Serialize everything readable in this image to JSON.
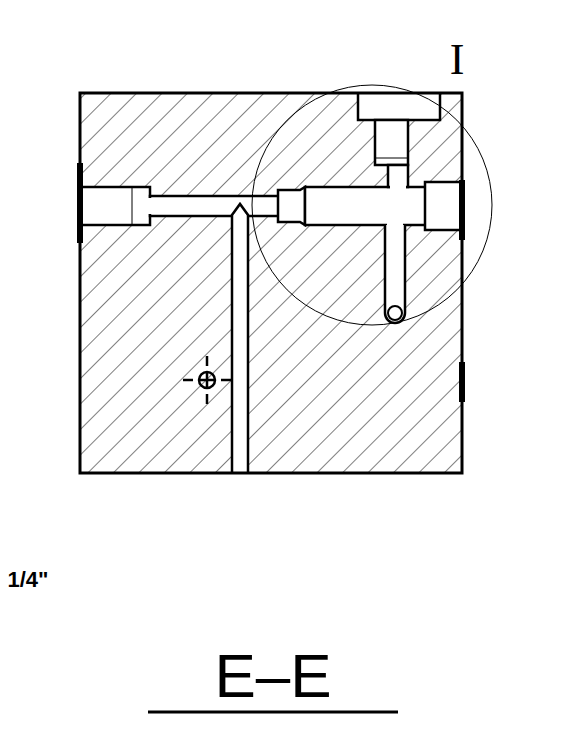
{
  "diagram": {
    "labels": [
      "I",
      "1/4\"",
      "E–E"
    ]
  }
}
